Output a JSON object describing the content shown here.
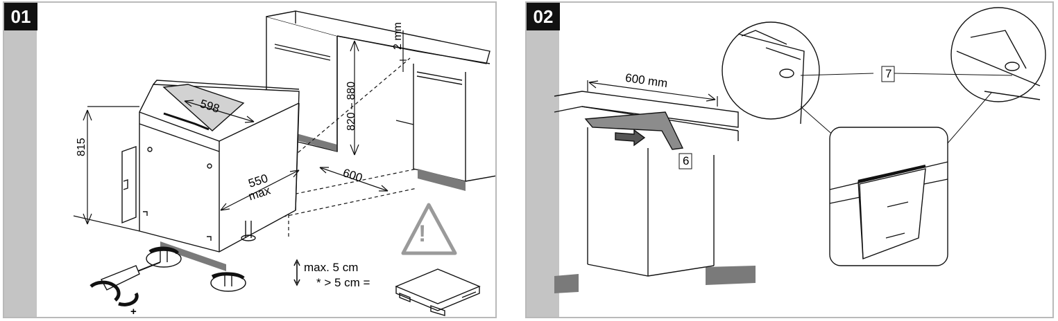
{
  "panels": [
    {
      "step": "01",
      "dimensions": {
        "height": "815",
        "width": "598",
        "depth": "550",
        "depth_max": "max",
        "niche_depth": "600",
        "niche_height": "820 – 880",
        "gap": "2 mm"
      },
      "adjust_note": "max. 5 cm",
      "platform_note": "* > 5 cm =",
      "screw_sign": "+",
      "warning_symbol": "!"
    },
    {
      "step": "02",
      "dimension": "600 mm",
      "callouts": [
        "6",
        "7"
      ]
    }
  ],
  "colors": {
    "stripe": "#c4c4c4",
    "badge": "#111111",
    "warning_triangle": "#9a9a9a",
    "counter_shade": "#d2d2d2",
    "plinth": "#7a7a7a"
  }
}
